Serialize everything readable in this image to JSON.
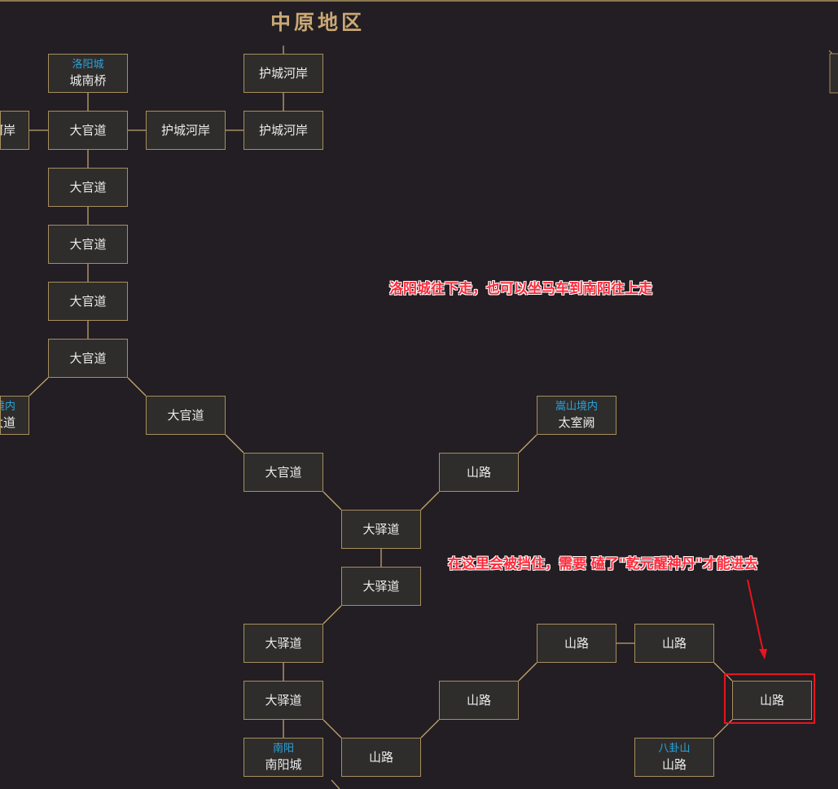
{
  "title": "中原地区",
  "nodes": [
    {
      "id": "n1",
      "area": "洛阳城",
      "name": "城南桥"
    },
    {
      "id": "n2",
      "area": "",
      "name": "护城河岸"
    },
    {
      "id": "n3",
      "area": "",
      "name": "河岸"
    },
    {
      "id": "n4",
      "area": "",
      "name": "大官道"
    },
    {
      "id": "n5",
      "area": "",
      "name": "护城河岸"
    },
    {
      "id": "n6",
      "area": "",
      "name": "护城河岸"
    },
    {
      "id": "n7",
      "area": "",
      "name": "大官道"
    },
    {
      "id": "n8",
      "area": "",
      "name": "大官道"
    },
    {
      "id": "n9",
      "area": "",
      "name": "大官道"
    },
    {
      "id": "n10",
      "area": "",
      "name": "大官道"
    },
    {
      "id": "n11",
      "area": "境内",
      "name": "太道"
    },
    {
      "id": "n12",
      "area": "",
      "name": "大官道"
    },
    {
      "id": "n13",
      "area": "嵩山境内",
      "name": "太室阙"
    },
    {
      "id": "n14",
      "area": "",
      "name": "大官道"
    },
    {
      "id": "n15",
      "area": "",
      "name": "山路"
    },
    {
      "id": "n16",
      "area": "",
      "name": "大驿道"
    },
    {
      "id": "n17",
      "area": "",
      "name": "大驿道"
    },
    {
      "id": "n18",
      "area": "",
      "name": "大驿道"
    },
    {
      "id": "n19",
      "area": "",
      "name": "山路"
    },
    {
      "id": "n20",
      "area": "",
      "name": "山路"
    },
    {
      "id": "n21",
      "area": "",
      "name": "大驿道"
    },
    {
      "id": "n22",
      "area": "",
      "name": "山路"
    },
    {
      "id": "n23",
      "area": "",
      "name": "山路"
    },
    {
      "id": "n24",
      "area": "南阳",
      "name": "南阳城"
    },
    {
      "id": "n25",
      "area": "",
      "name": "山路"
    },
    {
      "id": "n26",
      "area": "八卦山",
      "name": "山路"
    }
  ],
  "annotations": {
    "note1": "洛阳城往下走，也可以坐马车到南阳往上走",
    "note2": "在这里会被挡住，需要 磕了\"乾元醒神丹\"才能进去"
  },
  "colors": {
    "background": "#221e23",
    "node_fill": "#2e2d2c",
    "node_border": "#a88e5e",
    "link": "#c2a46e",
    "area_label": "#2aa4dc",
    "title": "#c9a874",
    "annotation": "#ff2a3a"
  }
}
